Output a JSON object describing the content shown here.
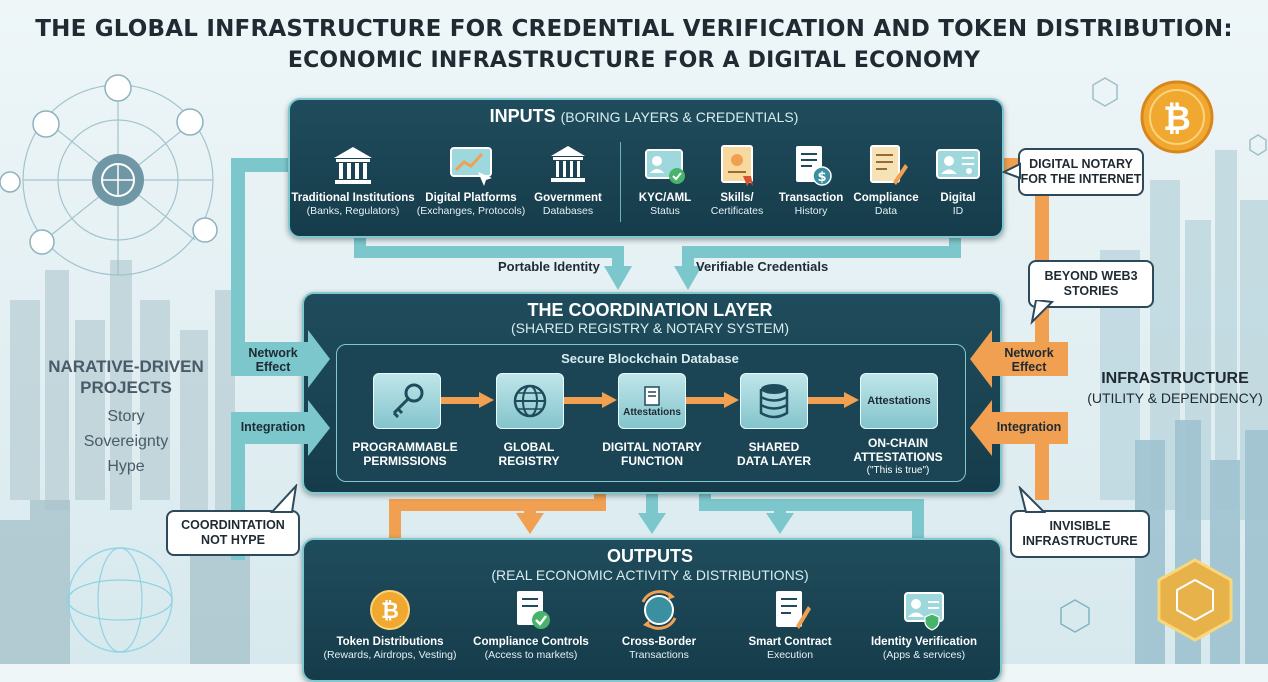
{
  "title": {
    "line1": "THE GLOBAL INFRASTRUCTURE FOR CREDENTIAL VERIFICATION AND TOKEN DISTRIBUTION:",
    "line2": "ECONOMIC INFRASTRUCTURE FOR A DIGITAL ECONOMY"
  },
  "inputs": {
    "heading": "INPUTS",
    "subheading": "(BORING LAYERS & CREDENTIALS)",
    "items": [
      {
        "label": "Traditional Institutions",
        "sub": "(Banks, Regulators)",
        "icon": "bank-icon"
      },
      {
        "label": "Digital Platforms",
        "sub": "(Exchanges, Protocols)",
        "icon": "chart-screen-icon"
      },
      {
        "label": "Government",
        "sub": "Databases",
        "icon": "government-building-icon"
      },
      {
        "label": "KYC/AML",
        "sub": "Status",
        "icon": "id-check-icon"
      },
      {
        "label": "Skills/",
        "sub": "Certificates",
        "icon": "certificate-icon"
      },
      {
        "label": "Transaction",
        "sub": "History",
        "icon": "receipt-icon"
      },
      {
        "label": "Compliance",
        "sub": "Data",
        "icon": "compliance-doc-icon"
      },
      {
        "label": "Digital",
        "sub": "ID",
        "icon": "id-card-icon"
      }
    ]
  },
  "flows": {
    "portable_identity": "Portable Identity",
    "verifiable_credentials": "Verifiable Credentials"
  },
  "coordination": {
    "heading": "THE COORDINATION LAYER",
    "subheading": "(SHARED REGISTRY & NOTARY SYSTEM)",
    "database_label": "Secure Blockchain Database",
    "nodes": [
      {
        "label1": "PROGRAMMABLE",
        "label2": "PERMISSIONS",
        "icon": "key-icon"
      },
      {
        "label1": "GLOBAL",
        "label2": "REGISTRY",
        "icon": "globe-icon"
      },
      {
        "label1": "DIGITAL NOTARY",
        "label2": "FUNCTION",
        "icon": "attestations-doc-icon",
        "inner": "Attestations"
      },
      {
        "label1": "SHARED",
        "label2": "DATA LAYER",
        "icon": "database-icon"
      },
      {
        "label1": "ON-CHAIN",
        "label2": "ATTESTATIONS",
        "label3": "(\"This is true\")",
        "icon": "attestations-box-icon",
        "inner": "Attestations"
      }
    ],
    "left_arrows": {
      "network": "Network Effect",
      "integration": "Integration"
    },
    "right_arrows": {
      "network": "Network Effect",
      "integration": "Integration"
    }
  },
  "outputs": {
    "heading": "OUTPUTS",
    "subheading": "(REAL ECONOMIC ACTIVITY & DISTRIBUTIONS)",
    "items": [
      {
        "label": "Token Distributions",
        "sub": "(Rewards, Airdrops, Vesting)",
        "icon": "bitcoin-icon"
      },
      {
        "label": "Compliance Controls",
        "sub": "(Access to markets)",
        "icon": "compliance-check-icon"
      },
      {
        "label": "Cross-Border",
        "sub": "Transactions",
        "icon": "globe-exchange-icon"
      },
      {
        "label": "Smart Contract",
        "sub": "Execution",
        "icon": "contract-icon"
      },
      {
        "label": "Identity Verification",
        "sub": "(Apps & services)",
        "icon": "identity-verify-icon"
      }
    ]
  },
  "callouts": {
    "notary": "DIGITAL NOTARY FOR THE INTERNET",
    "web3": "BEYOND WEB3 STORIES",
    "coordination": "COORDINTATION NOT HYPE",
    "invisible": "INVISIBLE INFRASTRUCTURE"
  },
  "left_side": {
    "heading": "NARATIVE-DRIVEN PROJECTS",
    "items": [
      "Story",
      "Sovereignty",
      "Hype"
    ]
  },
  "right_side": {
    "heading": "INFRASTRUCTURE",
    "sub": "(UTILITY & DEPENDENCY)"
  },
  "colors": {
    "panel": "#1f4c5c",
    "teal_arrow": "#7cc7cc",
    "orange_arrow": "#f0a050",
    "coin": "#f0a830"
  }
}
